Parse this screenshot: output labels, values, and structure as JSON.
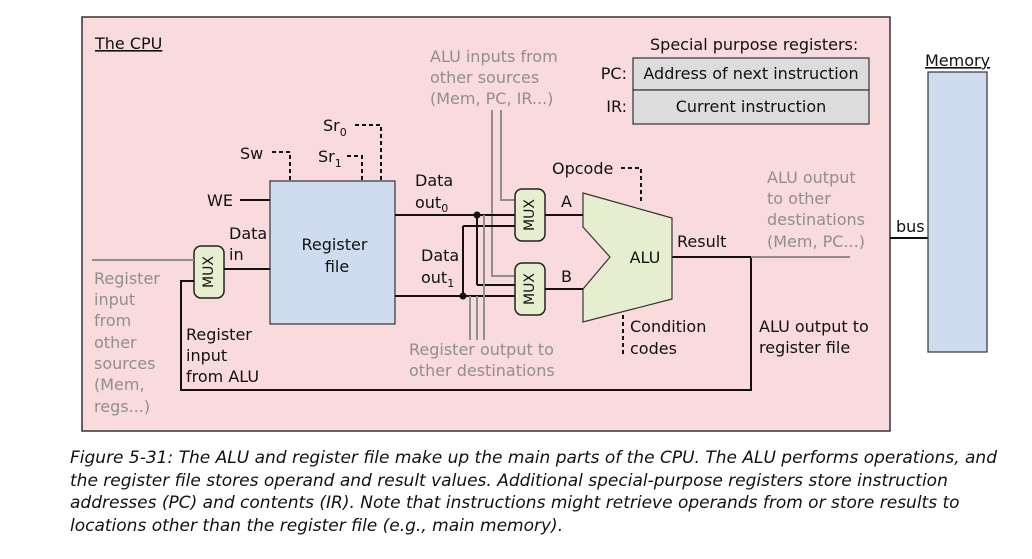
{
  "cpu": {
    "title": "The CPU",
    "special_registers": {
      "heading": "Special purpose registers:",
      "pc_label": "PC:",
      "pc_value": "Address of next instruction",
      "ir_label": "IR:",
      "ir_value": "Current instruction"
    },
    "alu_inputs_other": [
      "ALU inputs from",
      "other sources",
      "(Mem, PC, IR...)"
    ],
    "register_file": [
      "Register",
      "file"
    ],
    "sw": "Sw",
    "sr0": {
      "base": "Sr",
      "sub": "0"
    },
    "sr1": {
      "base": "Sr",
      "sub": "1"
    },
    "we": "WE",
    "data_in": [
      "Data",
      "in"
    ],
    "data_out0": {
      "line1": "Data",
      "base": "out",
      "sub": "0"
    },
    "data_out1": {
      "line1": "Data",
      "base": "out",
      "sub": "1"
    },
    "mux": "MUX",
    "alu": "ALU",
    "input_a": "A",
    "input_b": "B",
    "opcode": "Opcode",
    "result": "Result",
    "condition_codes": [
      "Condition",
      "codes"
    ],
    "register_input_other": [
      "Register",
      "input",
      "from",
      "other",
      "sources",
      "(Mem,",
      "regs...)"
    ],
    "register_input_alu": [
      "Register",
      "input",
      "from ALU"
    ],
    "register_output_other": [
      "Register output to",
      "other destinations"
    ],
    "alu_output_other": [
      "ALU output",
      "to other",
      "destinations",
      "(Mem, PC...)"
    ],
    "alu_output_regfile": [
      "ALU output to",
      "register file"
    ]
  },
  "bus": "bus",
  "memory": "Memory",
  "caption": "Figure 5-31: The ALU and register file make up the main parts of the CPU. The ALU performs operations, and the register file stores operand and result values.  Additional special-purpose registers store instruction addresses (PC) and contents (IR). Note that instructions might retrieve operands from or store results to locations other than the register file (e.g., main memory).",
  "colors": {
    "cpu_fill": "#f9dadd",
    "register_file_fill": "#cfdcf0",
    "memory_fill": "#cfdcf0",
    "mux_fill": "#e5efcf",
    "alu_fill": "#e5efcf",
    "special_reg_fill": "#dcdcdc",
    "gray_text": "#8f8f8f"
  }
}
